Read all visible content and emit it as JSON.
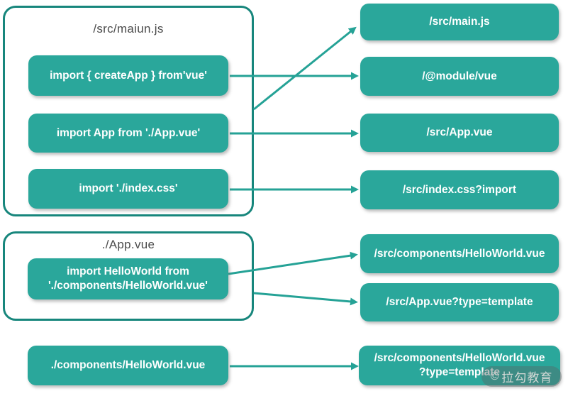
{
  "colors": {
    "box_fill": "#2aa79b",
    "group_border": "#17867c",
    "arrow": "#25a296",
    "title_text": "#4a4a4a",
    "box_text": "#ffffff"
  },
  "groups": [
    {
      "title": "/src/maiun.js"
    },
    {
      "title": "./App.vue"
    }
  ],
  "source_nodes": [
    {
      "label": "import { createApp } from'vue'"
    },
    {
      "label": "import App from './App.vue'"
    },
    {
      "label": "import './index.css'"
    },
    {
      "line1": "import HelloWorld from",
      "line2": "'./components/HelloWorld.vue'"
    },
    {
      "label": "./components/HelloWorld.vue"
    }
  ],
  "resolved_nodes": [
    {
      "label": "/src/main.js"
    },
    {
      "label": "/@module/vue"
    },
    {
      "label": "/src/App.vue"
    },
    {
      "label": "/src/index.css?import"
    },
    {
      "label": "/src/components/HelloWorld.vue"
    },
    {
      "label": "/src/App.vue?type=template"
    },
    {
      "line1": "/src/components/HelloWorld.vue",
      "line2": "?type=template"
    }
  ],
  "edges": [
    {
      "from": "group:/src/maiun.js",
      "to": "/src/main.js"
    },
    {
      "from": "import { createApp } from'vue'",
      "to": "/@module/vue"
    },
    {
      "from": "import App from './App.vue'",
      "to": "/src/App.vue"
    },
    {
      "from": "import './index.css'",
      "to": "/src/index.css?import"
    },
    {
      "from": "import HelloWorld from './components/HelloWorld.vue'",
      "to": "/src/components/HelloWorld.vue"
    },
    {
      "from": "group:./App.vue",
      "to": "/src/App.vue?type=template"
    },
    {
      "from": "./components/HelloWorld.vue",
      "to": "/src/components/HelloWorld.vue?type=template"
    }
  ],
  "watermark": {
    "symbol": "©",
    "text": "拉勾教育"
  }
}
